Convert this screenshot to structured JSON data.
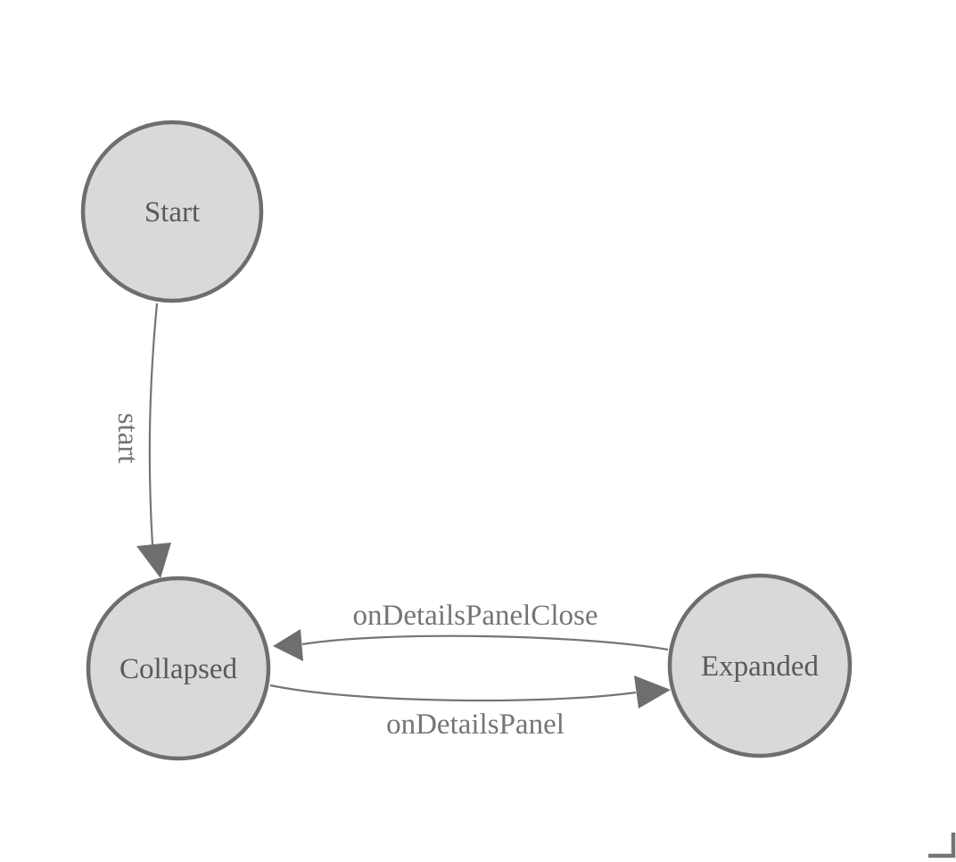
{
  "diagram": {
    "title": "state-machine-diagram",
    "background_color": "#ffffff",
    "node_fill_color": "#d9d9d9",
    "node_stroke_color": "#6e6e6e",
    "edge_color": "#757575",
    "node_text_color": "#595a5c",
    "edge_label_color": "#747578",
    "nodes": [
      {
        "id": "start",
        "label": "Start"
      },
      {
        "id": "collapsed",
        "label": "Collapsed"
      },
      {
        "id": "expanded",
        "label": "Expanded"
      }
    ],
    "edges": [
      {
        "from": "Start",
        "to": "Collapsed",
        "label": "start"
      },
      {
        "from": "Expanded",
        "to": "Collapsed",
        "label": "onDetailsPanelClose"
      },
      {
        "from": "Collapsed",
        "to": "Expanded",
        "label": "onDetailsPanel"
      }
    ],
    "corner_indicator": "resize-corner-bottom-right"
  }
}
